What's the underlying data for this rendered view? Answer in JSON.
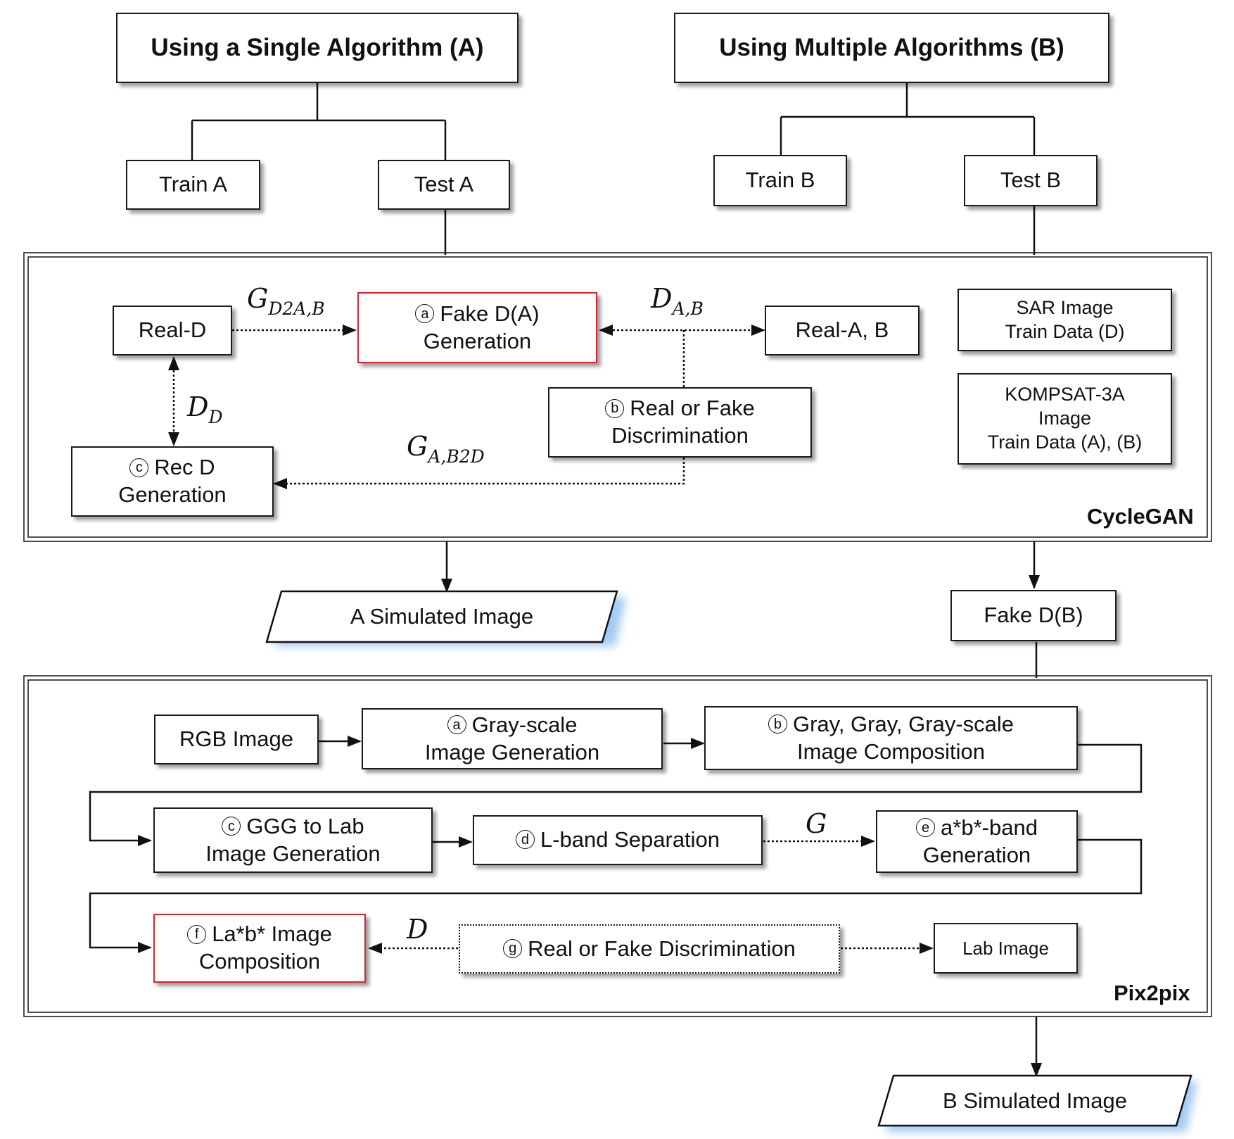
{
  "top": {
    "a_title": "Using a Single Algorithm (A)",
    "b_title": "Using Multiple Algorithms (B)",
    "train_a": "Train A",
    "test_a": "Test A",
    "train_b": "Train B",
    "test_b": "Test B"
  },
  "cyclegan": {
    "label": "CycleGAN",
    "real_d": "Real-D",
    "fake_a": {
      "marker": "a",
      "line1": "Fake D(A)",
      "line2": "Generation"
    },
    "real_ab": "Real-A, B",
    "real_or_fake": {
      "marker": "b",
      "line1": "Real or Fake",
      "line2": "Discrimination"
    },
    "rec_d": {
      "marker": "c",
      "line1": "Rec D",
      "line2": "Generation"
    },
    "sar_data": {
      "line1": "SAR Image",
      "line2": "Train Data (D)"
    },
    "kompsat_data": {
      "line1": "KOMPSAT-3A",
      "line2": "Image",
      "line3": "Train Data (A), (B)"
    },
    "math": {
      "g_d2ab": {
        "base": "G",
        "sub": "D2A,B"
      },
      "d_ab": {
        "base": "D",
        "sub": "A,B"
      },
      "d_d": {
        "base": "D",
        "sub": "D"
      },
      "g_ab2d": {
        "base": "G",
        "sub": "A,B2D"
      }
    }
  },
  "outputs": {
    "a_simulated": "A Simulated Image",
    "fake_db": "Fake D(B)",
    "b_simulated": "B Simulated Image"
  },
  "pix2pix": {
    "label": "Pix2pix",
    "rgb": "RGB Image",
    "grayscale": {
      "marker": "a",
      "line1": "Gray-scale",
      "line2": "Image Generation"
    },
    "ggg_comp": {
      "marker": "b",
      "line1": "Gray, Gray, Gray-scale",
      "line2": "Image Composition"
    },
    "ggg_lab": {
      "marker": "c",
      "line1": "GGG to Lab",
      "line2": "Image Generation"
    },
    "lband": {
      "marker": "d",
      "line1": "L-band Separation"
    },
    "ab_band": {
      "marker": "e",
      "line1": "a*b*-band",
      "line2": "Generation"
    },
    "lab_comp": {
      "marker": "f",
      "line1": "La*b* Image",
      "line2": "Composition"
    },
    "real_fake": {
      "marker": "g",
      "line1": "Real or Fake Discrimination"
    },
    "lab_image": "Lab Image",
    "math": {
      "g": "G",
      "d": "D"
    }
  }
}
